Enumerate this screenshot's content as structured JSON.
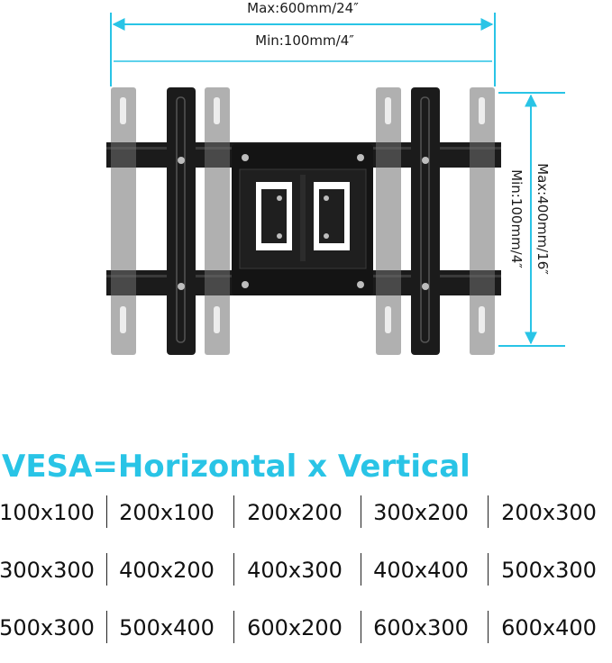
{
  "dimensions": {
    "horizontal_max": "Max:600mm/24″",
    "horizontal_min": "Min:100mm/4″",
    "vertical_max": "Max:400mm/16″",
    "vertical_min": "Min:100mm/4″"
  },
  "colors": {
    "accent": "#29c4e6",
    "arm_dark": "#1b1b1b",
    "arm_faded": "#8e8e8e",
    "plate": "#141414",
    "text": "#111111"
  },
  "heading": "VESA=Horizontal x Vertical",
  "vesa_rows": [
    [
      "100x100",
      "200x100",
      "200x200",
      "300x200",
      "200x300"
    ],
    [
      "300x300",
      "400x200",
      "400x300",
      "400x400",
      "500x300"
    ],
    [
      "500x300",
      "500x400",
      "600x200",
      "600x300",
      "600x400"
    ]
  ]
}
